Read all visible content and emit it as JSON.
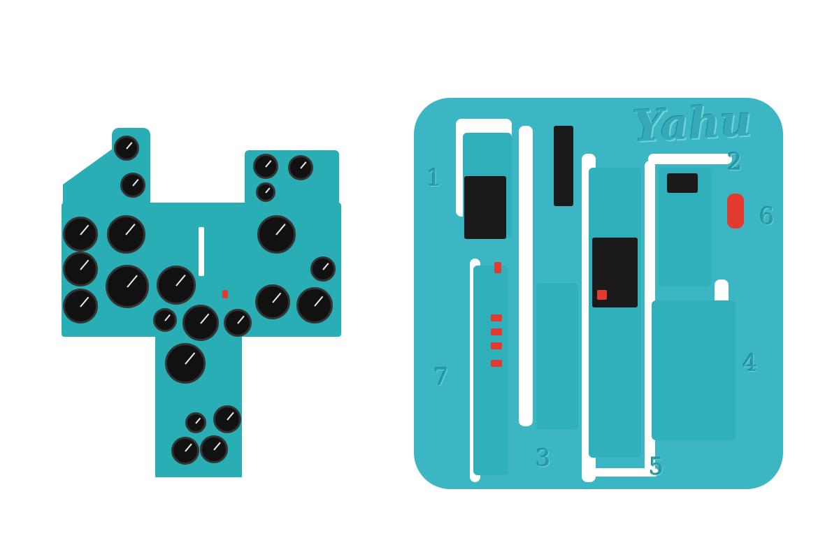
{
  "fret": {
    "logo": "Yahu",
    "part_numbers": [
      "1",
      "2",
      "3",
      "4",
      "5",
      "6",
      "7"
    ]
  },
  "colors": {
    "panel": "#2aaeb6",
    "fret": "#3cb6c3",
    "warning": "#e23a2f"
  }
}
